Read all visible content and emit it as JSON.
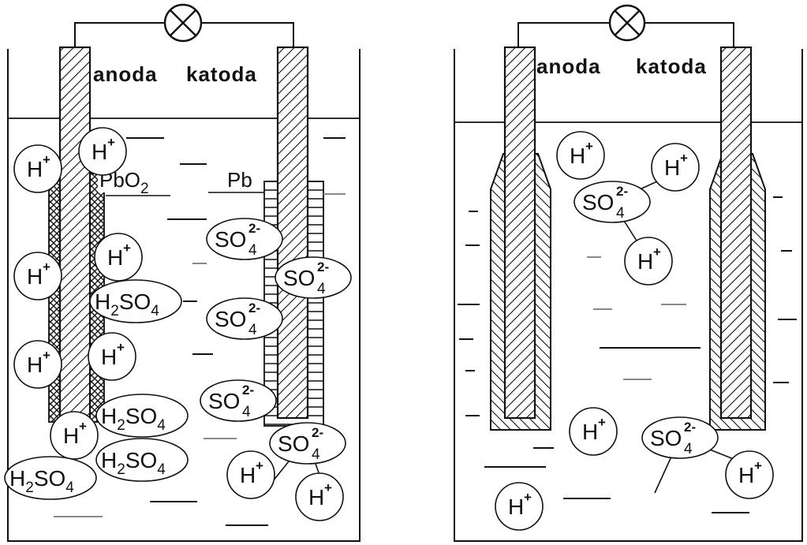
{
  "diagram": {
    "cells": [
      {
        "anode_label": "anoda",
        "cathode_label": "katoda",
        "lamp_icon": "lamp-icon",
        "anode_coating_formula": {
          "base": "PbO",
          "sub": "2"
        },
        "cathode_coating_formula": {
          "base": "Pb"
        },
        "ions": [
          {
            "kind": "H",
            "charge": "+"
          },
          {
            "kind": "H",
            "charge": "+"
          },
          {
            "kind": "H",
            "charge": "+"
          },
          {
            "kind": "H",
            "charge": "+"
          },
          {
            "kind": "H",
            "charge": "+"
          },
          {
            "kind": "H",
            "charge": "+"
          },
          {
            "kind": "H",
            "charge": "+"
          },
          {
            "kind": "H",
            "charge": "+"
          },
          {
            "kind": "H",
            "charge": "+"
          },
          {
            "kind": "SO",
            "sub": "4",
            "charge": "2-"
          },
          {
            "kind": "SO",
            "sub": "4",
            "charge": "2-"
          },
          {
            "kind": "SO",
            "sub": "4",
            "charge": "2-"
          },
          {
            "kind": "SO",
            "sub": "4",
            "charge": "2-"
          },
          {
            "kind": "SO",
            "sub": "4",
            "charge": "2-"
          },
          {
            "kind": "H2SO4",
            "pre": "H",
            "presub": "2",
            "mid": "SO",
            "sub": "4"
          },
          {
            "kind": "H2SO4",
            "pre": "H",
            "presub": "2",
            "mid": "SO",
            "sub": "4"
          },
          {
            "kind": "H2SO4",
            "pre": "H",
            "presub": "2",
            "mid": "SO",
            "sub": "4"
          },
          {
            "kind": "H2SO4",
            "pre": "H",
            "presub": "2",
            "mid": "SO",
            "sub": "4"
          }
        ]
      },
      {
        "anode_label": "anoda",
        "cathode_label": "katoda",
        "lamp_icon": "lamp-icon",
        "ions": [
          {
            "kind": "H",
            "charge": "+"
          },
          {
            "kind": "H",
            "charge": "+"
          },
          {
            "kind": "H",
            "charge": "+"
          },
          {
            "kind": "H",
            "charge": "+"
          },
          {
            "kind": "H",
            "charge": "+"
          },
          {
            "kind": "H",
            "charge": "+"
          },
          {
            "kind": "SO",
            "sub": "4",
            "charge": "2-"
          },
          {
            "kind": "SO",
            "sub": "4",
            "charge": "2-"
          }
        ]
      }
    ]
  }
}
